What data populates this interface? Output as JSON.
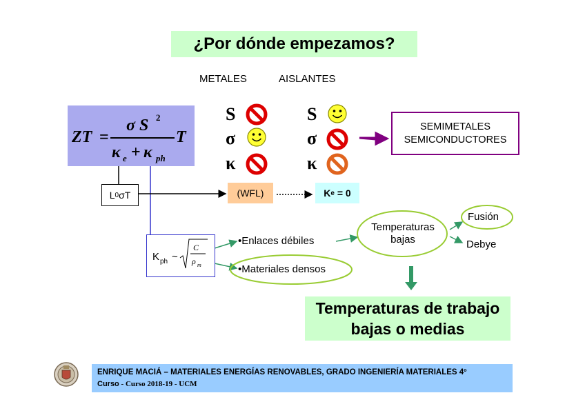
{
  "title": "¿Por dónde empezamos?",
  "columns": {
    "metals": "METALES",
    "insulators": "AISLANTES"
  },
  "symbols": {
    "s": "S",
    "sigma": "σ",
    "kappa": "κ"
  },
  "formula": {
    "lhs": "ZT",
    "eq": "=",
    "num_base": "σ S",
    "num_exp": "2",
    "den_k1": "κ",
    "den_sub1": "e",
    "den_plus": "+",
    "den_k2": "κ",
    "den_sub2": "ph",
    "rhs": "T"
  },
  "result": {
    "line1": "SEMIMETALES",
    "line2": "SEMICONDUCTORES"
  },
  "electronic": {
    "l0_main": "L",
    "l0_sub": "0",
    "l0_rest": "σT",
    "wfl": "(WFL)",
    "ke_main": "K",
    "ke_sub": "e",
    "ke_rest": " = 0"
  },
  "phonon": {
    "k_main": "K",
    "k_sub": "ph",
    "tilde": "~",
    "c": "C",
    "rho": "ρ",
    "rho_sub": "m"
  },
  "branches": {
    "weak_bonds": "•Enlaces débiles",
    "dense": "•Materiales densos",
    "low_temp_1": "Temperaturas",
    "low_temp_2": "bajas",
    "fusion": "Fusión",
    "debye": "Debye"
  },
  "conclusion": {
    "line1": "Temperaturas de trabajo",
    "line2": "bajas o medias"
  },
  "footer": {
    "line1_a": "ENRIQUE MACIÁ – MATERIALES ENERGÍAS RENOVABLES, ",
    "line1_b": "GRADO INGENIERÍA MATERIALES 4º",
    "line2_a": "Curso",
    "line2_b": " - Curso 2018-19 - UCM"
  },
  "icons": {
    "no": "prohibited-icon",
    "yes": "smiley-icon",
    "seal": "ucm-seal-icon"
  },
  "colors": {
    "title_bg": "#ccffcc",
    "formula_bg": "#aaaaee",
    "purple": "#800080",
    "wfl_bg": "#ffcc99",
    "ke_bg": "#ccffff",
    "green_arrow": "#339966",
    "footer_bg": "#99ccff",
    "no_red": "#dd0000",
    "smiley": "#ffff33"
  }
}
